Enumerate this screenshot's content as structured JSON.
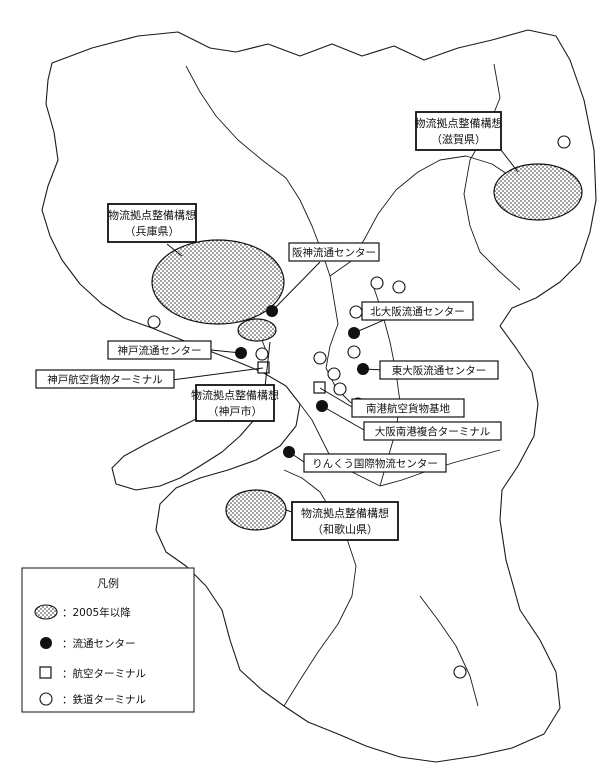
{
  "callouts": {
    "shiga": {
      "line1": "物流拠点整備構想",
      "line2": "（滋賀県）"
    },
    "hyogo": {
      "line1": "物流拠点整備構想",
      "line2": "（兵庫県）"
    },
    "kobe": {
      "line1": "物流拠点整備構想",
      "line2": "（神戸市）"
    },
    "wakayama": {
      "line1": "物流拠点整備構想",
      "line2": "（和歌山県）"
    },
    "hanshin": "阪神流通センター",
    "kita_osaka": "北大阪流通センター",
    "kobe_center": "神戸流通センター",
    "kobe_air": "神戸航空貨物ターミナル",
    "higashi_osaka": "東大阪流通センター",
    "nanko_air": "南港航空貨物基地",
    "osaka_nanko": "大阪南港複合ターミナル",
    "rinku": "りんくう国際物流センター"
  },
  "legend": {
    "title": "凡例",
    "items": [
      {
        "symbol": "dotted-ellipse",
        "label": "：2005年以降"
      },
      {
        "symbol": "filled-circle",
        "label": "：流通センター"
      },
      {
        "symbol": "open-square",
        "label": "：航空ターミナル"
      },
      {
        "symbol": "open-circle",
        "label": "：鉄道ターミナル"
      }
    ]
  },
  "colors": {
    "ink": "#111111",
    "background": "#ffffff"
  }
}
